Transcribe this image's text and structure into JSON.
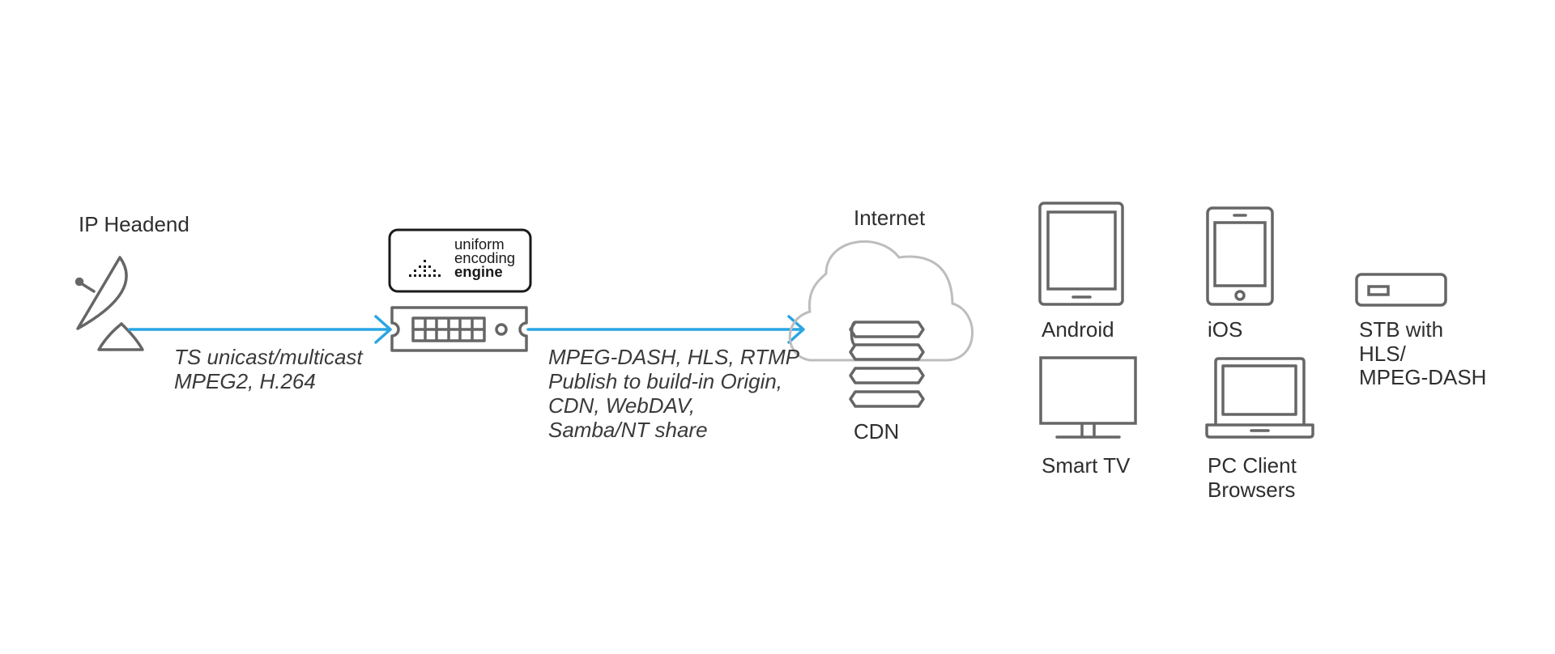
{
  "colors": {
    "connector": "#2aa5e4",
    "device_stroke": "#666666",
    "cloud_stroke": "#bdbdbd",
    "logo_stroke": "#1a1a1a"
  },
  "source": {
    "label": "IP Headend",
    "icon": "satellite-dish-icon"
  },
  "link_in": {
    "lines": [
      "TS unicast/multicast",
      "MPEG2, H.264"
    ]
  },
  "encoder": {
    "logo_lines": [
      "uniform",
      "encoding",
      "engine"
    ],
    "icon": "encoder-appliance-icon"
  },
  "link_out": {
    "lines": [
      "MPEG-DASH, HLS, RTMP",
      "Publish to build-in Origin,",
      "CDN, WebDAV,",
      "Samba/NT share"
    ]
  },
  "cloud": {
    "label": "Internet",
    "cdn_label": "CDN",
    "icon": "cloud-icon",
    "server_icon": "server-stack-icon"
  },
  "clients": {
    "android": {
      "label": "Android",
      "icon": "tablet-icon"
    },
    "ios": {
      "label": "iOS",
      "icon": "smartphone-icon"
    },
    "stb": {
      "lines": [
        "STB with",
        "HLS/",
        "MPEG-DASH"
      ],
      "icon": "set-top-box-icon"
    },
    "smart_tv": {
      "label": "Smart TV",
      "icon": "tv-icon"
    },
    "pc": {
      "lines": [
        "PC Client",
        "Browsers"
      ],
      "icon": "laptop-icon"
    }
  }
}
